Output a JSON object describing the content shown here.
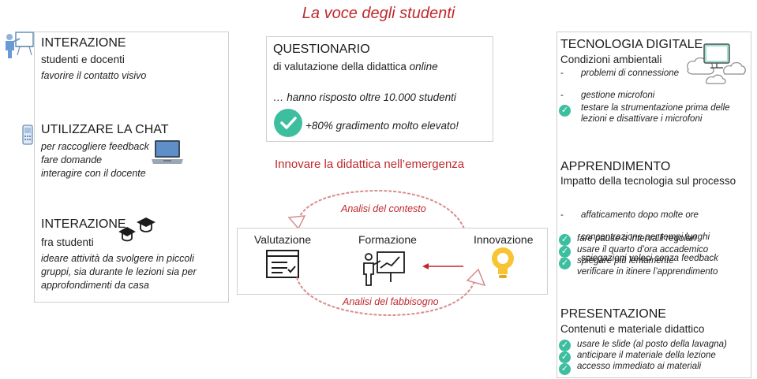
{
  "title": "La voce degli studenti",
  "left": {
    "s1": {
      "heading": "INTERAZIONE",
      "sub": "studenti e docenti",
      "line": "favorire il contatto visivo"
    },
    "s2": {
      "heading": "UTILIZZARE LA CHAT",
      "lines": [
        "per raccogliere feedback",
        "fare domande",
        "interagire con il docente"
      ]
    },
    "s3": {
      "heading": "INTERAZIONE",
      "sub": "fra studenti",
      "lines": [
        "ideare attività da svolgere in piccoli",
        "gruppi, sia durante le lezioni sia per",
        "approfondimenti da casa"
      ]
    }
  },
  "survey": {
    "heading": "QUESTIONARIO",
    "line1": "di valutazione della didattica",
    "line1_italic": "online",
    "line2": "… hanno risposto oltre 10.000 studenti",
    "line3": "+80% gradimento molto elevato!"
  },
  "center": {
    "subtitle": "Innovare la didattica nell’emergenza",
    "top_arrow": "Analisi del contesto",
    "bottom_arrow": "Analisi del fabbisogno",
    "steps": [
      "Valutazione",
      "Formazione",
      "Innovazione"
    ]
  },
  "right": {
    "tech": {
      "heading": "TECNOLOGIA DIGITALE",
      "sub": "Condizioni ambientali",
      "items": [
        "problemi di connessione",
        "gestione microfoni"
      ],
      "tips": [
        "testare la strumentazione prima delle",
        "lezioni e disattivare i microfoni"
      ]
    },
    "learn": {
      "heading": "APPRENDIMENTO",
      "sub": "Impatto della tecnologia sul processo",
      "items": [
        "affaticamento dopo molte ore",
        "concentrazione per tempi lunghi",
        "spiegazioni veloci senza feedback"
      ],
      "tips": [
        "fare pause a intervalli regolari",
        "usare il quarto d’ora accademico",
        "spiegare più lentamente",
        "verificare in itinere l’apprendimento"
      ]
    },
    "pres": {
      "heading": "PRESENTAZIONE",
      "sub": "Contenuti e materiale didattico",
      "tips": [
        "usare le slide (al posto della lavagna)",
        "anticipare il materiale della lezione",
        "accesso immediato ai materiali"
      ]
    }
  },
  "colors": {
    "accent_red": "#c0282d",
    "check_teal": "#3dbf9f",
    "border": "#cfcfcf"
  }
}
